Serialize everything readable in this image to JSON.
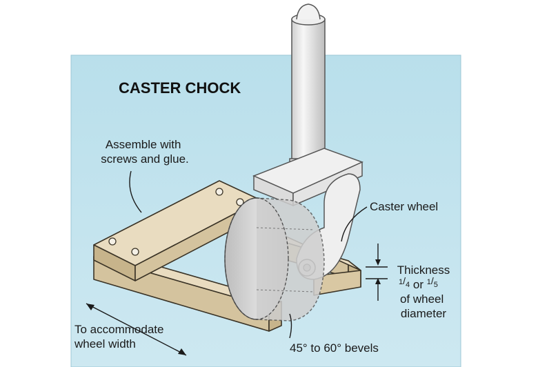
{
  "title": "CASTER CHOCK",
  "labels": {
    "assemble_line1": "Assemble with",
    "assemble_line2": "screws and glue.",
    "caster_wheel": "Caster wheel",
    "thickness_line1": "Thickness",
    "thickness_frac1_num": "1",
    "thickness_frac1_den": "4",
    "thickness_or": " or ",
    "thickness_frac2_num": "1",
    "thickness_frac2_den": "5",
    "thickness_line3": "of wheel",
    "thickness_line4": "diameter",
    "accommodate_line1": "To accommodate",
    "accommodate_line2": "wheel width",
    "bevels": "45° to 60° bevels"
  },
  "colors": {
    "background_panel": "#bfe2ee",
    "wood_top": "#e9dcc0",
    "wood_side": "#d4c39e",
    "wood_end": "#c7b48b",
    "caster_metal": "#e6e6e6",
    "wheel": "#c9c9c9"
  }
}
